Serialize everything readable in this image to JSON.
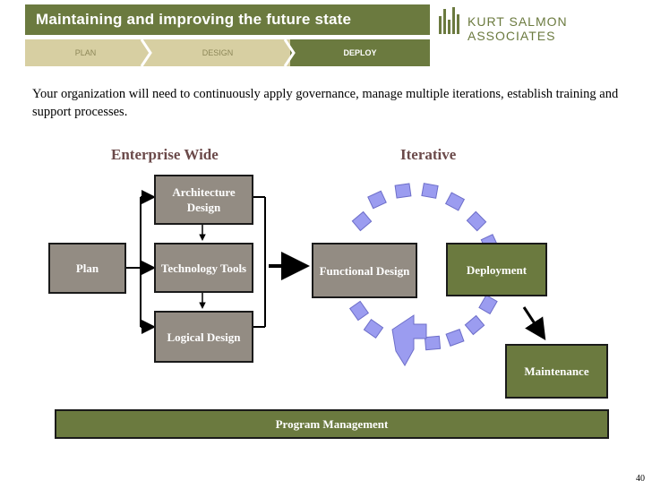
{
  "header": {
    "title": "Maintaining and improving the future state"
  },
  "logo": {
    "text": "KURT SALMON ASSOCIATES"
  },
  "nav": {
    "tabs": [
      {
        "label": "PLAN"
      },
      {
        "label": "DESIGN"
      },
      {
        "label": "DEPLOY"
      }
    ]
  },
  "intro": "Your organization will need to continuously apply governance, manage multiple iterations, establish training and support processes.",
  "columns": {
    "left": "Enterprise Wide",
    "right": "Iterative"
  },
  "boxes": {
    "plan": "Plan",
    "architecture": "Architecture Design",
    "technology": "Technology Tools",
    "logical": "Logical Design",
    "functional": "Functional Design",
    "deployment": "Deployment",
    "maintenance": "Maintenance"
  },
  "program_management": "Program Management",
  "page_number": "40",
  "colors": {
    "olive": "#6b7a3f",
    "gray": "#938c83",
    "tan": "#d7cfa2",
    "arrow_blue": "#9b9cf0"
  }
}
